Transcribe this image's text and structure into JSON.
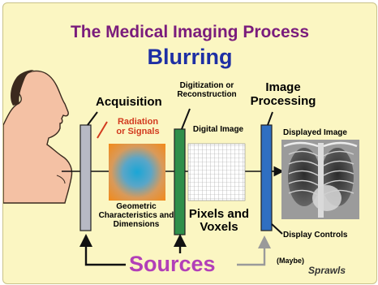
{
  "title": "The Medical Imaging Process",
  "subtitle": "Blurring",
  "stages": {
    "acquisition": "Acquisition",
    "radiation": "Radiation or Signals",
    "geometric": "Geometric Characteristics and Dimensions",
    "digitization": "Digitization or Reconstruction",
    "digital_image": "Digital Image",
    "pixels": "Pixels and Voxels",
    "image_processing": "Image Processing",
    "displayed_image": "Displayed Image",
    "display_controls": "Display Controls"
  },
  "sources_label": "Sources",
  "maybe_label": "(Maybe)",
  "signature": "Sprawls",
  "colors": {
    "title": "#7a1c7c",
    "subtitle": "#1e2fa4",
    "sources": "#b23fb8",
    "radiation": "#d23a1e",
    "acquisition_bar": "#b7b9c4",
    "digitization_bar": "#2f8f4a",
    "processing_bar": "#2f6fc2"
  }
}
